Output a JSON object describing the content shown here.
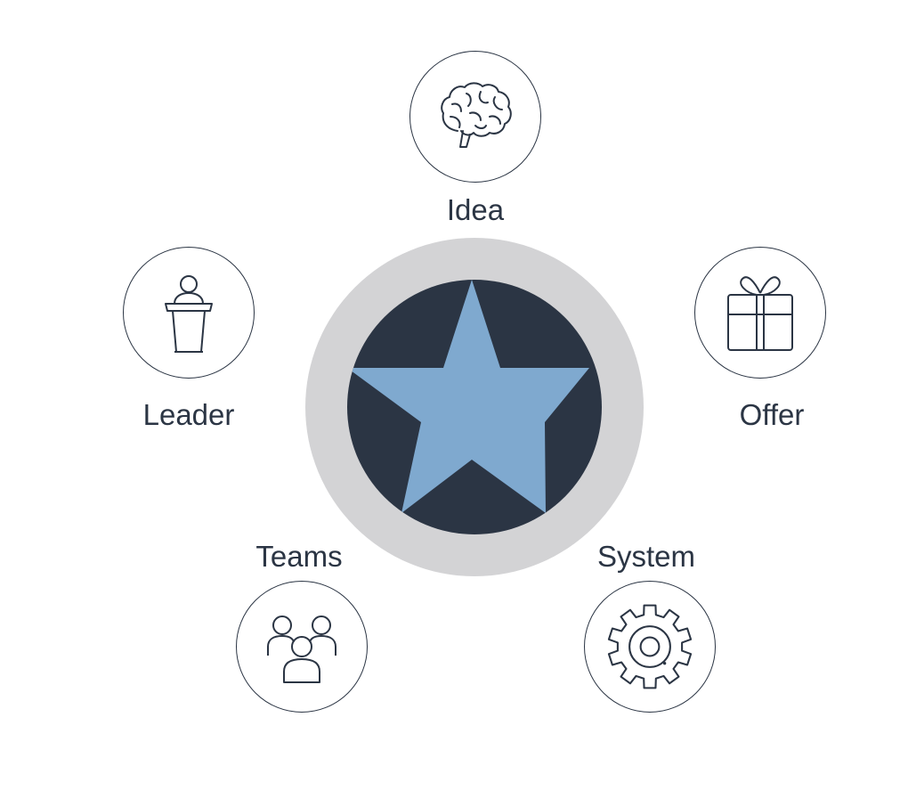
{
  "diagram": {
    "center": {
      "icon": "star-icon",
      "ring_color": "#d3d3d5",
      "core_color": "#2b3544",
      "star_color": "#7fa9cf"
    },
    "line_color": "#2b3544",
    "nodes": [
      {
        "label": "Idea",
        "icon": "brain-icon"
      },
      {
        "label": "Leader",
        "icon": "podium-speaker-icon"
      },
      {
        "label": "Offer",
        "icon": "gift-icon"
      },
      {
        "label": "Teams",
        "icon": "people-group-icon"
      },
      {
        "label": "System",
        "icon": "gear-icon"
      }
    ]
  }
}
